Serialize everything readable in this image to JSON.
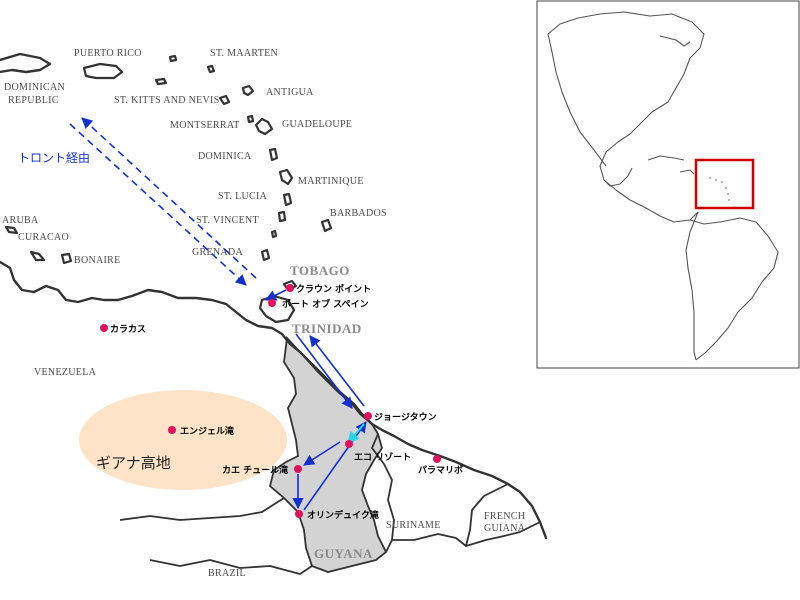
{
  "labels": {
    "puerto_rico": "PUERTO RICO",
    "st_maarten": "ST. MAARTEN",
    "dominican_republic_1": "DOMINICAN",
    "dominican_republic_2": "REPUBLIC",
    "st_kitts": "ST. KITTS AND NEVIS",
    "antigua": "ANTIGUA",
    "montserrat": "MONTSERRAT",
    "guadeloupe": "GUADELOUPE",
    "dominica": "DOMINICA",
    "martinique": "MARTINIQUE",
    "st_lucia": "ST. LUCIA",
    "barbados": "BARBADOS",
    "st_vincent": "ST. VINCENT",
    "aruba": "ARUBA",
    "curacao": "CURACAO",
    "bonaire": "BONAIRE",
    "grenada": "GRENADA",
    "tobago": "TOBAGO",
    "trinidad": "TRINIDAD",
    "venezuela": "VENEZUELA",
    "guyana": "GUYANA",
    "suriname": "SURINAME",
    "french_guiana_1": "FRENCH",
    "french_guiana_2": "GUIANA",
    "brazil": "BRAZIL"
  },
  "route_note": "トロント経由",
  "highlands": "ギアナ高地",
  "places": {
    "crown_point": "クラウン ポイント",
    "port_of_spain": "ポート オブ スペイン",
    "caracas": "カラカス",
    "georgetown": "ジョージタウン",
    "angel_falls": "エンジェル滝",
    "eco_resort": "エコ リゾート",
    "kaieteur_falls": "カエ チュール滝",
    "paramaribo": "パラマリボ",
    "orinduik_falls": "オリンデュイク滝"
  },
  "colors": {
    "route": "#1530d0",
    "dot": "#e0115f",
    "highlands_fill": "#fde3c8",
    "guyana_fill": "#d3d3d3",
    "inset_frame": "#d40000",
    "route_cyan": "#29d6e8"
  }
}
